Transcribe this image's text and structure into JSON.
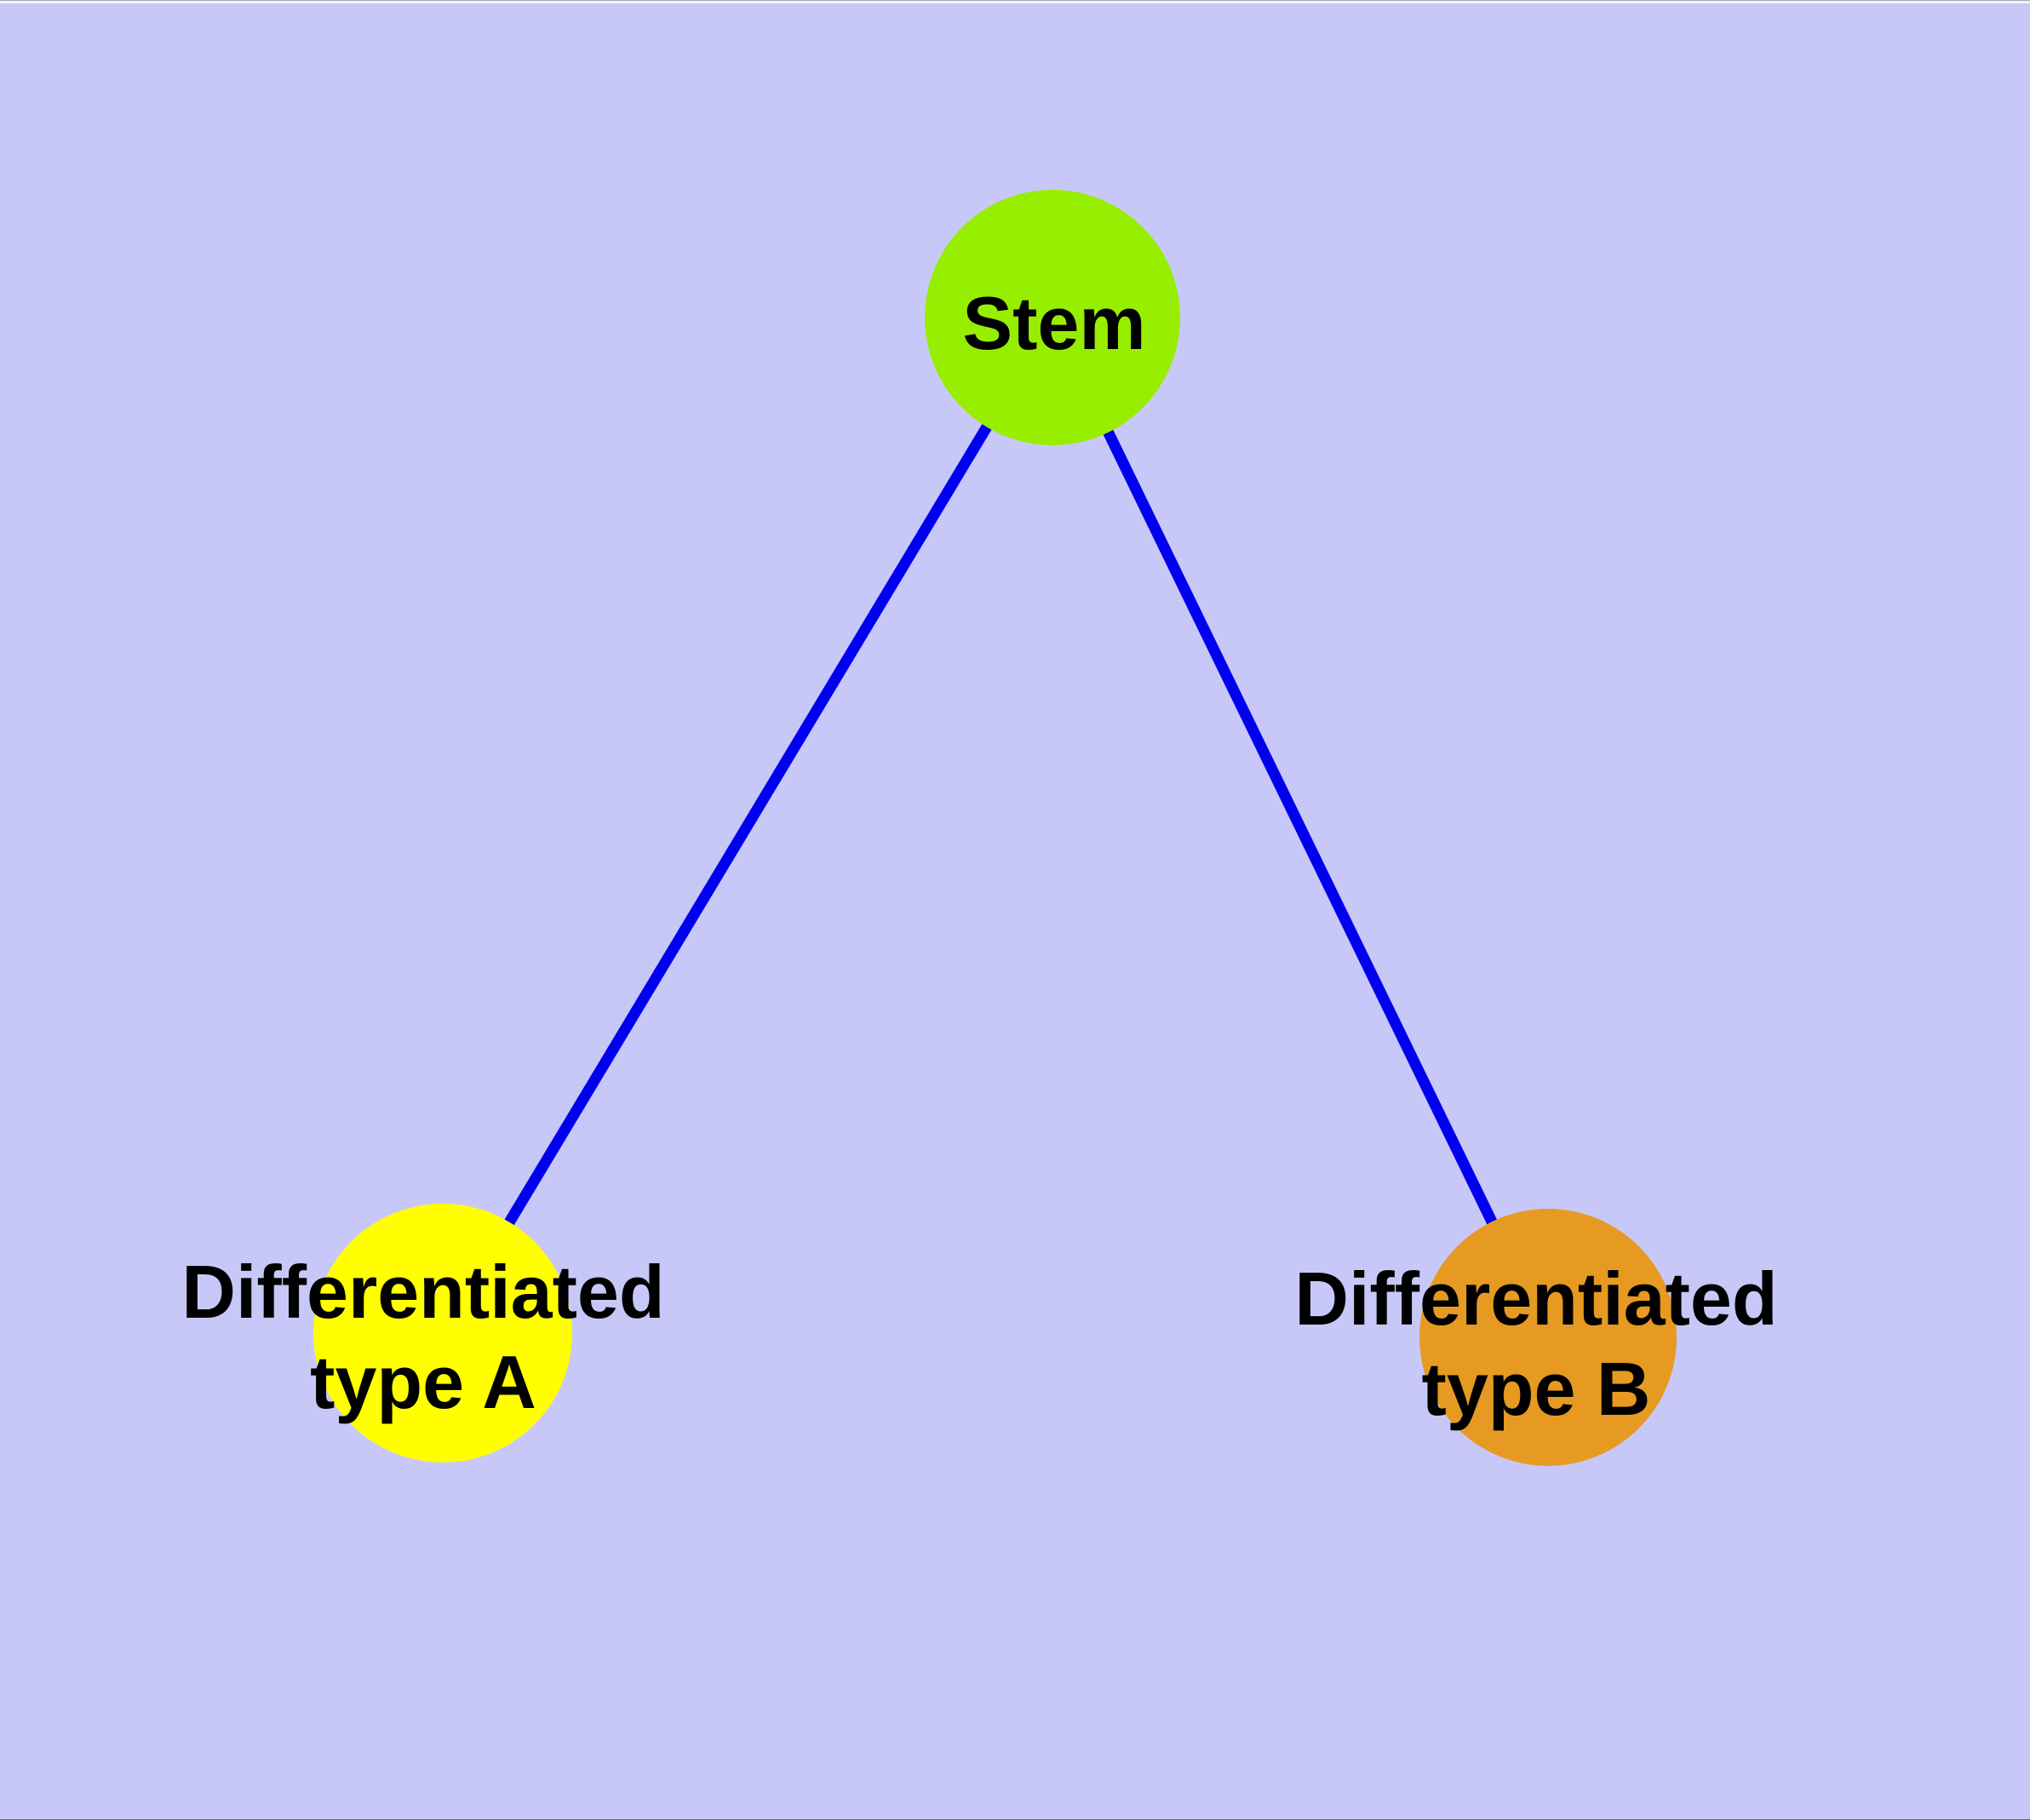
{
  "diagram": {
    "type": "node-link-graph",
    "background_color": "#C8C8F8",
    "edge_color": "#0000EE",
    "node_border_color": "#6E6E6E",
    "text_color": "#000000",
    "nodes": [
      {
        "id": "stem",
        "label": "Stem",
        "label_line1": "Stem",
        "label_line2": "",
        "fill": "#98EE00"
      },
      {
        "id": "differentiated-type-a",
        "label": "Differentiated type A",
        "label_line1": "Differentiated",
        "label_line2": "type A",
        "fill": "#FFFF00"
      },
      {
        "id": "differentiated-type-b",
        "label": "Differentiated type B",
        "label_line1": "Differentiated",
        "label_line2": "type B",
        "fill": "#E69A22"
      }
    ],
    "edges": [
      {
        "from": "Stem",
        "to": "Differentiated type A"
      },
      {
        "from": "Stem",
        "to": "Differentiated type B"
      }
    ]
  }
}
